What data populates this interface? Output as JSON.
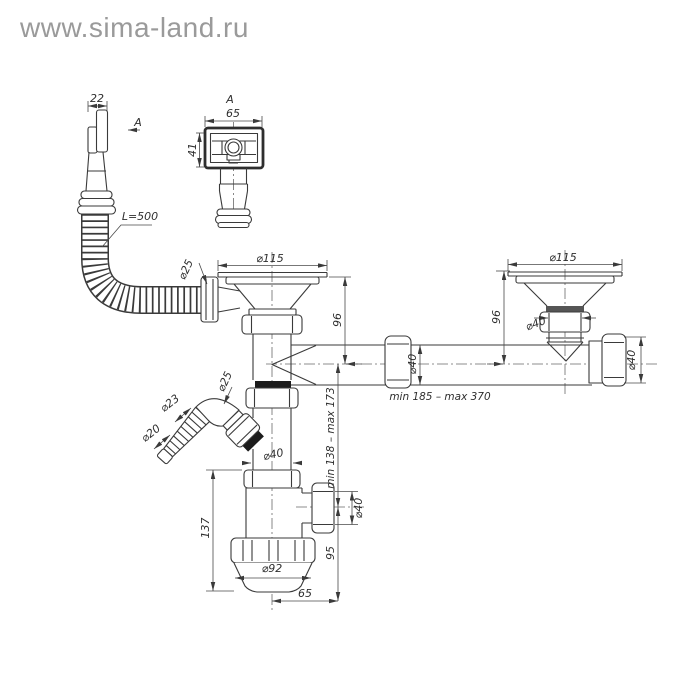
{
  "watermark": "www.sima-land.ru",
  "labels": {
    "overflow_width": "22",
    "view_arrow": "A",
    "hose_length": "L=500",
    "view_a_title": "A",
    "view_a_width": "65",
    "view_a_height": "41",
    "left_strainer_dia": "⌀115",
    "right_strainer_dia": "⌀115",
    "left_height": "96",
    "right_height": "96",
    "hose_nut_dia": "⌀25",
    "inlet_elbow_dia": "⌀25",
    "inlet_barb_dia": "⌀23",
    "inlet_tip_dia": "⌀20",
    "left_pipe_dia": "⌀40",
    "right_outlet_dia": "⌀40",
    "pipe_mid_dia": "⌀40",
    "pipe_end_dia": "⌀40",
    "pipe_span": "min 185 – max 370",
    "vertical_span": "min 138 – max 173",
    "trap_height": "137",
    "trap_outlet_dia": "⌀40",
    "trap_outlet_height": "95",
    "trap_cup_dia": "⌀92",
    "trap_outlet_offset": "65"
  }
}
